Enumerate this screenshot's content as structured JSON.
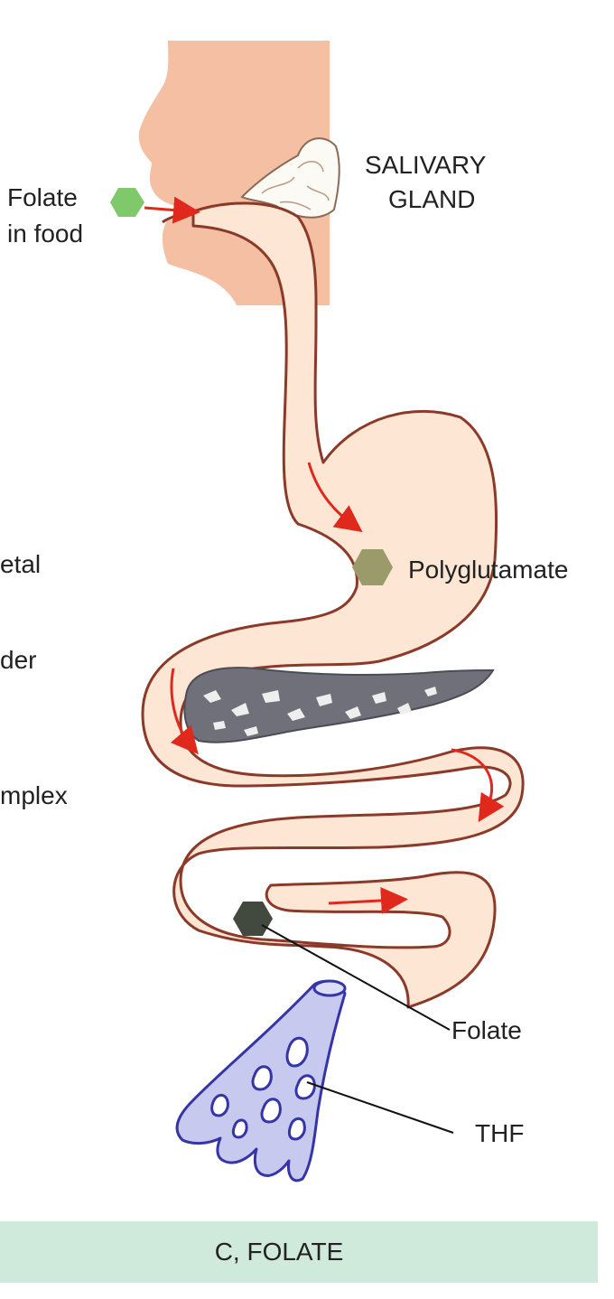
{
  "labels": {
    "salivary_gland_line1": "SALIVARY",
    "salivary_gland_line2": "GLAND",
    "folate_in_food_line1": "Folate",
    "folate_in_food_line2": "in food",
    "polyglutamate": "Polyglutamate",
    "folate": "Folate",
    "thf": "THF",
    "left_cut_1": "etal",
    "left_cut_2": "der",
    "left_cut_3": "mplex"
  },
  "caption": "C, FOLATE",
  "colors": {
    "skin": "#f4bfa2",
    "tract_fill": "#fde6d3",
    "outline": "#8b3a2a",
    "arrow": "#e0281c",
    "food_hexagon": "#7fc96b",
    "polyglutamate_hexagon": "#9a9a6a",
    "folate_hexagon": "#424a40",
    "pancreas": "#6f7079",
    "vessel_fill": "#c7c9ee",
    "vessel_outline": "#3535a8",
    "caption_bar": "#cfe9db"
  }
}
